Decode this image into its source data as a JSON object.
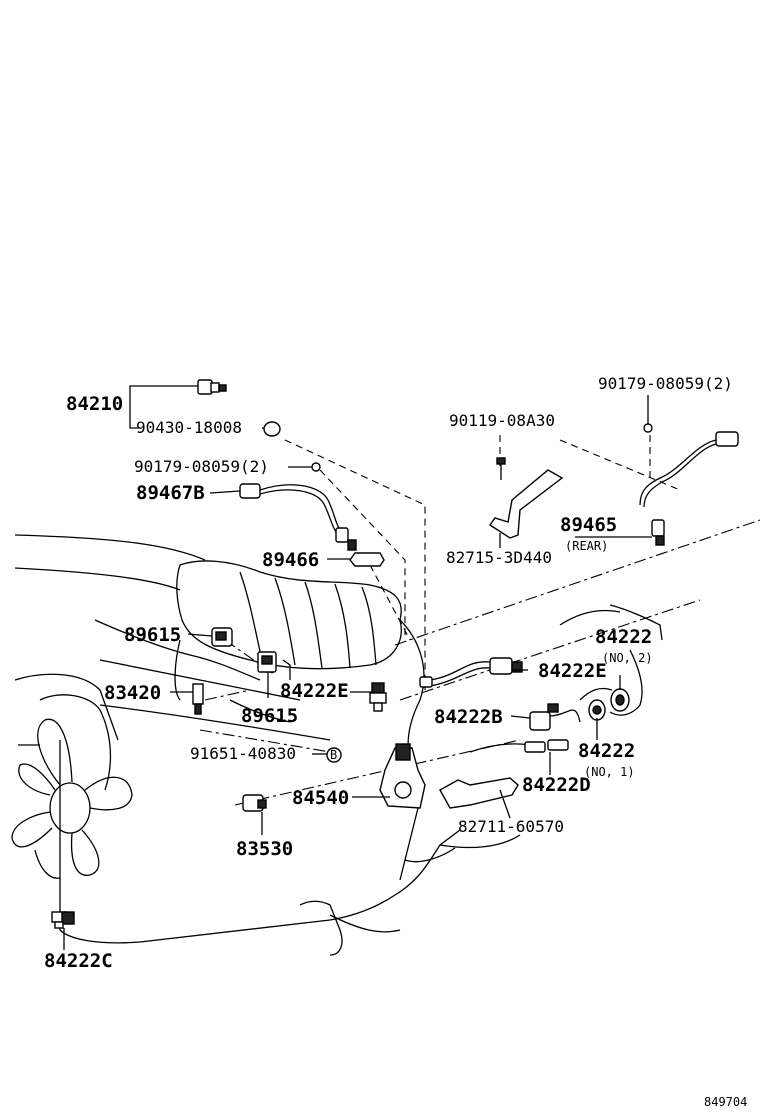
{
  "labels": {
    "p84210": "84210",
    "p90430_18008": "90430-18008",
    "p90179_08059_a": "90179-08059(2)",
    "p89467B": "89467B",
    "p89466": "89466",
    "p90119_08A30": "90119-08A30",
    "p90179_08059_b": "90179-08059(2)",
    "p82715_3D440": "82715-3D440",
    "p89465": "89465",
    "rear": "(REAR)",
    "p89615_a": "89615",
    "p84222_no2": "84222",
    "no2": "(NO, 2)",
    "p84222E_a": "84222E",
    "p83420": "83420",
    "p84222E_b": "84222E",
    "p89615_b": "89615",
    "p84222B": "84222B",
    "p84222_no1": "84222",
    "no1": "(NO, 1)",
    "p91651_40830": "91651-40830",
    "circle_b": "B",
    "p84222D": "84222D",
    "p84540": "84540",
    "p82711_60570": "82711-60570",
    "p83530": "83530",
    "p84222C": "84222C",
    "figure_no": "849704"
  }
}
